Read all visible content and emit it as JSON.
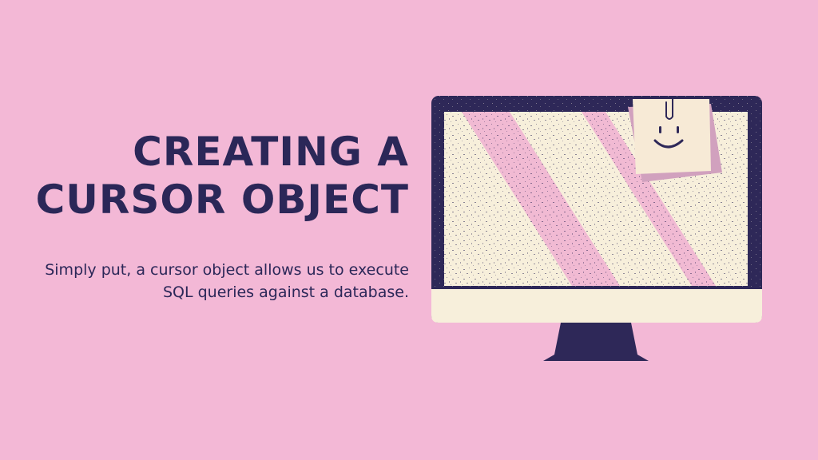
{
  "colors": {
    "background": "#F3B8D6",
    "heading": "#2B2758",
    "text": "#2B2758",
    "monitor_frame": "#2E2858",
    "screen": "#F7EFDB",
    "stripe": "#EFB4D2",
    "note_front": "#F7EAD6",
    "note_back": "#D1A1BE",
    "stand": "#2E2858"
  },
  "slide": {
    "title_lines": [
      "CREATING A",
      "CURSOR OBJECT"
    ],
    "description": "Simply put, a cursor object allows us to execute SQL queries against a database."
  },
  "illustration": {
    "monitor_icon": "desktop-monitor-icon",
    "note_icon": "smiley-sticky-note-icon",
    "clip_icon": "paper-clip-icon"
  }
}
